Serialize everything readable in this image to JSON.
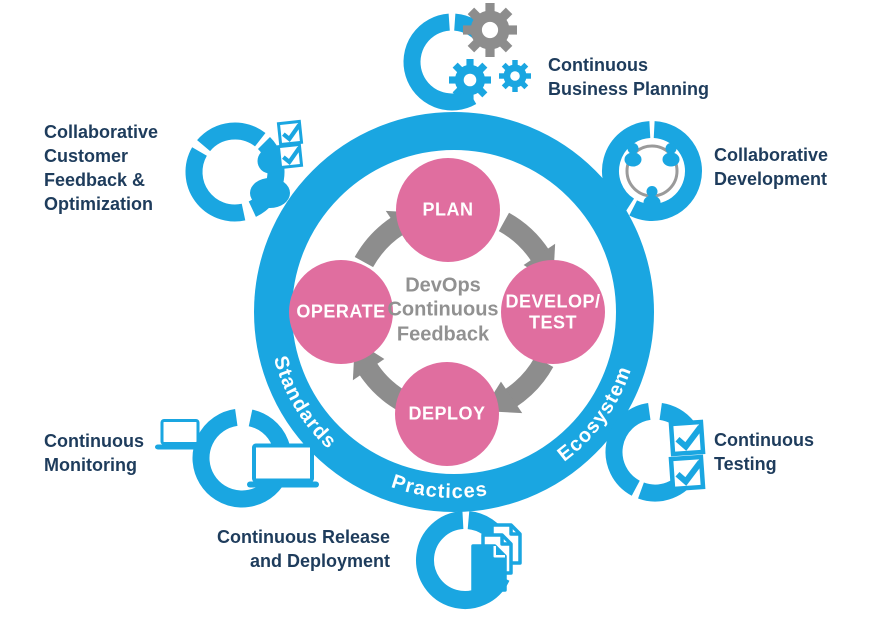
{
  "colors": {
    "blue": "#1aa6e1",
    "pink": "#e06e9f",
    "gray": "#8d8d8d",
    "textdark": "#1e3c5c",
    "textgray": "#919191"
  },
  "center": {
    "title": "DevOps\nContinuous\nFeedback"
  },
  "cycle": {
    "stages": [
      {
        "label": "PLAN"
      },
      {
        "label": "DEVELOP/\nTEST"
      },
      {
        "label": "DEPLOY"
      },
      {
        "label": "OPERATE"
      }
    ]
  },
  "ring_labels": [
    {
      "label": "Standards"
    },
    {
      "label": "Practices"
    },
    {
      "label": "Ecosystem"
    }
  ],
  "satellites": [
    {
      "id": "business-planning",
      "label": "Continuous\nBusiness Planning",
      "icon": "gears-icon"
    },
    {
      "id": "collaborative-development",
      "label": "Collaborative\nDevelopment",
      "icon": "people-network-icon"
    },
    {
      "id": "continuous-testing",
      "label": "Continuous\nTesting",
      "icon": "checklist-icon"
    },
    {
      "id": "continuous-release",
      "label": "Continuous Release\nand Deployment",
      "icon": "documents-icon"
    },
    {
      "id": "continuous-monitoring",
      "label": "Continuous\nMonitoring",
      "icon": "laptops-icon"
    },
    {
      "id": "customer-feedback",
      "label": "Collaborative\nCustomer\nFeedback &\nOptimization",
      "icon": "user-checklist-icon"
    }
  ]
}
